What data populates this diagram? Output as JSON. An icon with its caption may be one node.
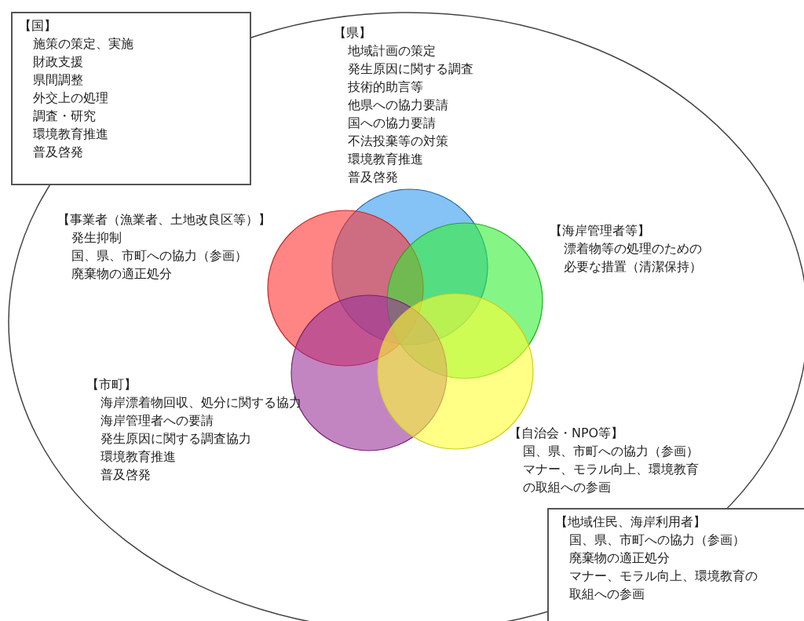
{
  "diagram": {
    "nodes": [
      {
        "text": [
          "【国】",
          "施策の策定、実施",
          "財政支援",
          "県間調整",
          "外交上の処理",
          "調査・研究",
          "環境教育推進",
          "普及啓発"
        ]
      },
      {
        "text": [],
        "shape": "ellipse"
      },
      {
        "text": [],
        "shape": "circle",
        "in": 1,
        "beside": [
          "【県】",
          "地域計画の策定",
          "発生原因に関する調査",
          "技術的助言等",
          "他県への協力要請",
          "国への協力要請",
          "不法投棄等の対策",
          "環境教育推進",
          "普及啓発"
        ]
      },
      {
        "text": [],
        "shape": "circle",
        "in": 1,
        "beside": [
          "【事業者（漁業者、土地改良区等）】",
          "発生抑制",
          "国、県、市町への協力（参画）",
          "廃棄物の適正処分"
        ]
      },
      {
        "text": [],
        "shape": "circle",
        "in": 1,
        "beside": [
          "【海岸管理者等】",
          "漂着物等の処理のための必要な措置（清潔保持）"
        ]
      },
      {
        "text": [],
        "shape": "circle",
        "in": 1,
        "beside": [
          "【市町】",
          "海岸漂着物回収、処分に関する協力",
          "海岸管理者への要請",
          "発生原因に関する調査協力",
          "環境教育推進",
          "普及啓発"
        ]
      },
      {
        "text": [],
        "shape": "circle",
        "in": 1,
        "beside": [
          "【自治会・NPO等】",
          "国、県、市町への協力（参画）",
          "マナー、モラル向上、環境教育の取組への参画"
        ]
      },
      {
        "text": [
          "【地域住民、海岸利用者】",
          "国、県、市町への協力（参画）",
          "廃棄物の適正処分",
          "マナー、モラル向上、環境教育の取組への参画"
        ]
      }
    ]
  }
}
